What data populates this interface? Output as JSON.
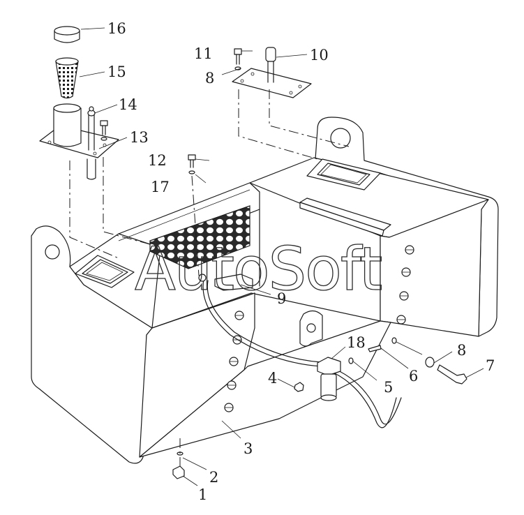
{
  "watermark": "AutoSoft",
  "callouts": [
    {
      "id": "c1",
      "label": "1"
    },
    {
      "id": "c2",
      "label": "2"
    },
    {
      "id": "c3",
      "label": "3"
    },
    {
      "id": "c4",
      "label": "4"
    },
    {
      "id": "c5",
      "label": "5"
    },
    {
      "id": "c6",
      "label": "6"
    },
    {
      "id": "c7",
      "label": "7"
    },
    {
      "id": "c8a",
      "label": "8"
    },
    {
      "id": "c8b",
      "label": "8"
    },
    {
      "id": "c9",
      "label": "9"
    },
    {
      "id": "c10",
      "label": "10"
    },
    {
      "id": "c11",
      "label": "11"
    },
    {
      "id": "c12",
      "label": "12"
    },
    {
      "id": "c13",
      "label": "13"
    },
    {
      "id": "c14",
      "label": "14"
    },
    {
      "id": "c15",
      "label": "15"
    },
    {
      "id": "c16",
      "label": "16"
    },
    {
      "id": "c17",
      "label": "17"
    },
    {
      "id": "c18",
      "label": "18"
    }
  ]
}
